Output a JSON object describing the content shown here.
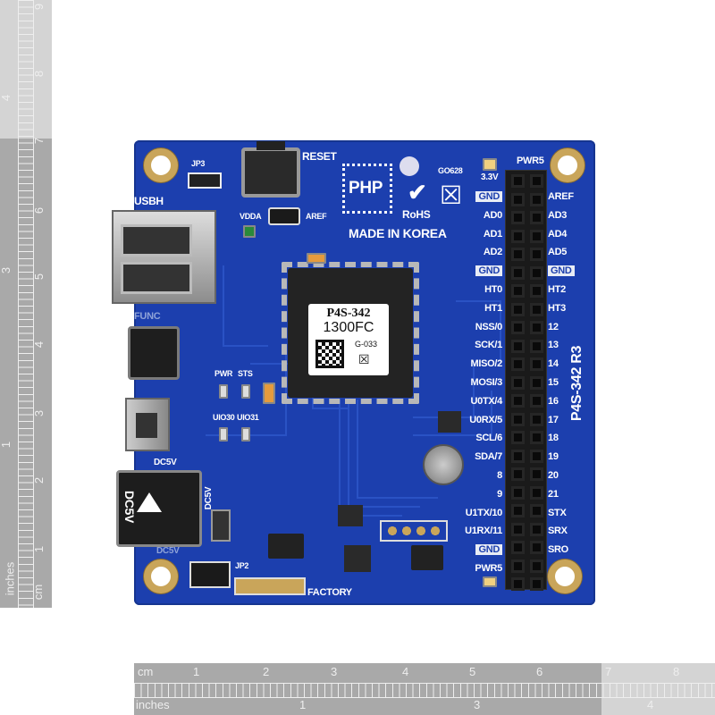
{
  "left_ruler": {
    "cm_label": "cm",
    "cm_ticks": [
      "1",
      "2",
      "3",
      "4",
      "5",
      "6",
      "7",
      "8",
      "9"
    ],
    "inches_label": "inches",
    "inch_ticks": [
      "1",
      "3",
      "4"
    ]
  },
  "bottom_ruler": {
    "cm_label": "cm",
    "cm_ticks": [
      "1",
      "2",
      "3",
      "4",
      "5",
      "6",
      "7",
      "8"
    ],
    "inches_label": "inches",
    "inch_ticks": [
      "1",
      "3",
      "4"
    ]
  },
  "board": {
    "color": "#1c3fae",
    "model": "P4S-342 R3",
    "chip": {
      "line1": "P4S-342",
      "line2": "1300FC",
      "code": "G-033"
    },
    "logo": "PHP",
    "made_in": "MADE IN KOREA",
    "rohs": "RoHS",
    "cert_code": "GO628",
    "silkscreen": {
      "reset": "RESET",
      "jp3": "JP3",
      "usbh": "USBH",
      "vdda": "VDDA",
      "aref": "AREF",
      "func": "FUNC",
      "pwr": "PWR",
      "sts": "STS",
      "uio30": "UIO30",
      "uio31": "UIO31",
      "dc5v_top": "DC5V",
      "dc5v_side": "DC5V",
      "dc5v_bottom": "DC5V",
      "dc_jack": "DC5V",
      "jp2": "JP2",
      "factory": "FACTORY",
      "v33": "3.3V",
      "pwr5_top": "PWR5"
    },
    "header_left": [
      "GND",
      "AD0",
      "AD1",
      "AD2",
      "GND",
      "HT0",
      "HT1",
      "NSS/0",
      "SCK/1",
      "MISO/2",
      "MOSI/3",
      "U0TX/4",
      "U0RX/5",
      "SCL/6",
      "SDA/7",
      "8",
      "9",
      "U1TX/10",
      "U1RX/11",
      "GND",
      "PWR5"
    ],
    "header_right": [
      "AREF",
      "AD3",
      "AD4",
      "AD5",
      "GND",
      "HT2",
      "HT3",
      "12",
      "13",
      "14",
      "15",
      "16",
      "17",
      "18",
      "19",
      "20",
      "21",
      "STX",
      "SRX",
      "SRO"
    ]
  }
}
